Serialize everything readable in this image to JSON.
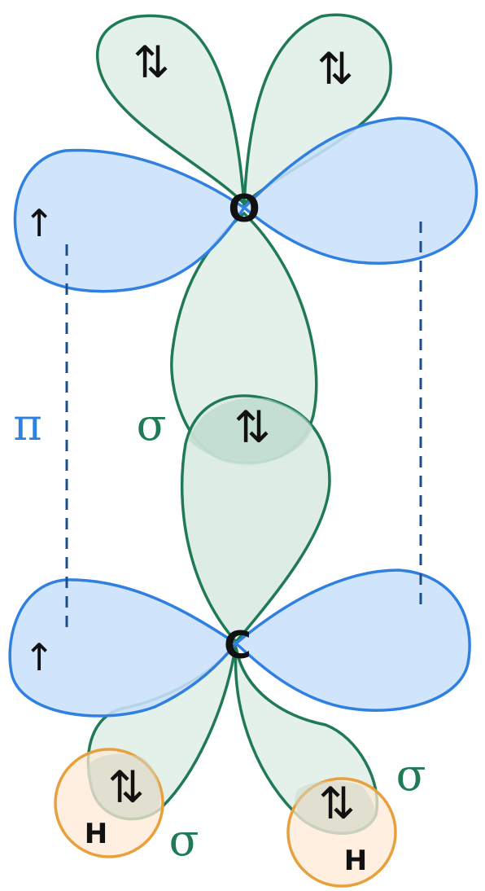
{
  "atoms": {
    "oxygen": "O",
    "carbon": "C",
    "hydrogen_left": "H",
    "hydrogen_right": "H"
  },
  "electrons": {
    "pair": "⇅",
    "single": "↑"
  },
  "bond_labels": {
    "pi": "π",
    "sigma_co": "σ",
    "sigma_ch_left": "σ",
    "sigma_ch_right": "σ"
  },
  "colors": {
    "sigma_fill": "#e3f1ea",
    "sigma_stroke": "#207a55",
    "p_fill": "#c9e0fa",
    "p_stroke": "#2f80e0",
    "h_fill": "#fde9d6",
    "h_stroke": "#e8a03c",
    "pi_dash": "#1d4e8c",
    "text": "#111111"
  }
}
